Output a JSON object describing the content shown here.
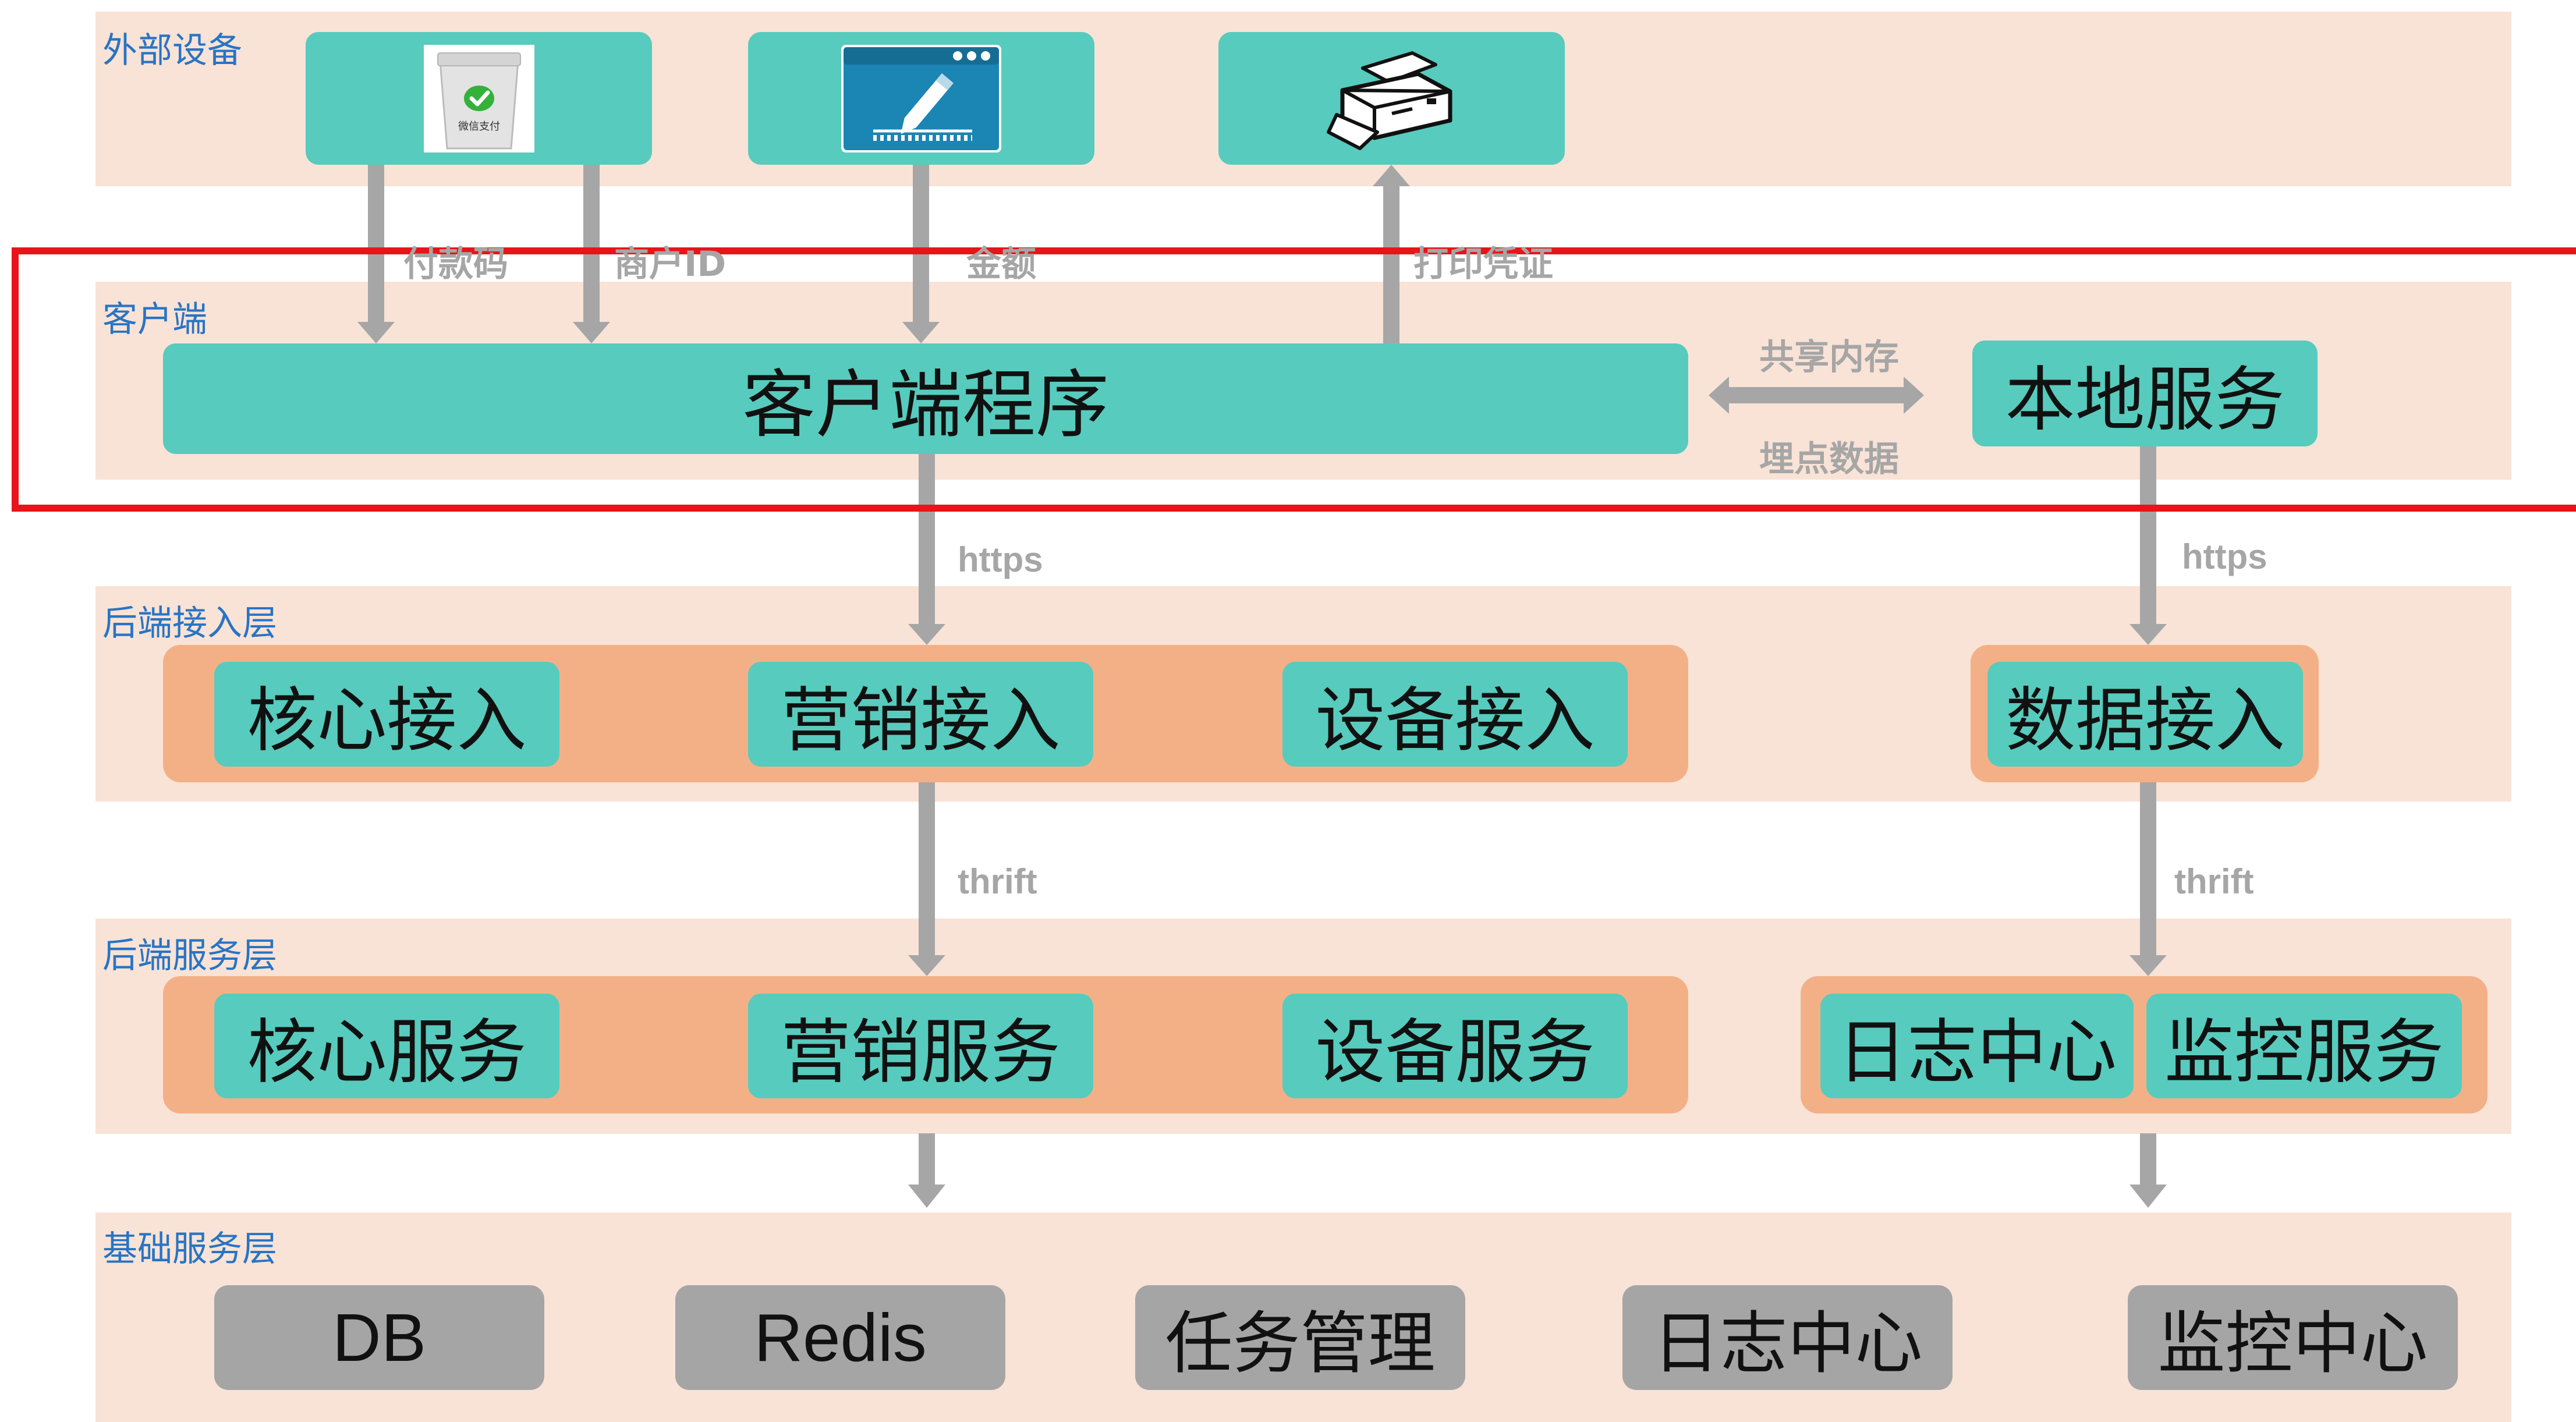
{
  "layers": {
    "external": "外部设备",
    "client": "客户端",
    "access": "后端接入层",
    "service": "后端服务层",
    "infra": "基础服务层"
  },
  "external_devices": [
    {
      "icon": "wechat-pay-scanner-icon",
      "caption": "微信支付"
    },
    {
      "icon": "pen-tablet-icon"
    },
    {
      "icon": "printer-icon"
    }
  ],
  "client": {
    "program": "客户端程序",
    "local_service": "本地服务"
  },
  "access_layer": {
    "core": "核心接入",
    "marketing": "营销接入",
    "device": "设备接入",
    "data": "数据接入"
  },
  "service_layer": {
    "core": "核心服务",
    "marketing": "营销服务",
    "device": "设备服务",
    "log_center": "日志中心",
    "monitor": "监控服务"
  },
  "infra_layer": {
    "db": "DB",
    "redis": "Redis",
    "task": "任务管理",
    "log": "日志中心",
    "monitor": "监控中心"
  },
  "flows": {
    "pay_code": "付款码",
    "merchant_id": "商户ID",
    "amount": "金额",
    "print_receipt": "打印凭证",
    "shared_memory": "共享内存",
    "tracking_data": "埋点数据",
    "https_left": "https",
    "https_right": "https",
    "thrift_left": "thrift",
    "thrift_right": "thrift"
  },
  "colors": {
    "band": "#f9e3d6",
    "node": "#57cbbd",
    "group": "#f3b087",
    "infra_node": "#a5a5a5",
    "arrow": "#a6a6a6",
    "layer_label": "#2874c5",
    "highlight": "#e8141a"
  }
}
